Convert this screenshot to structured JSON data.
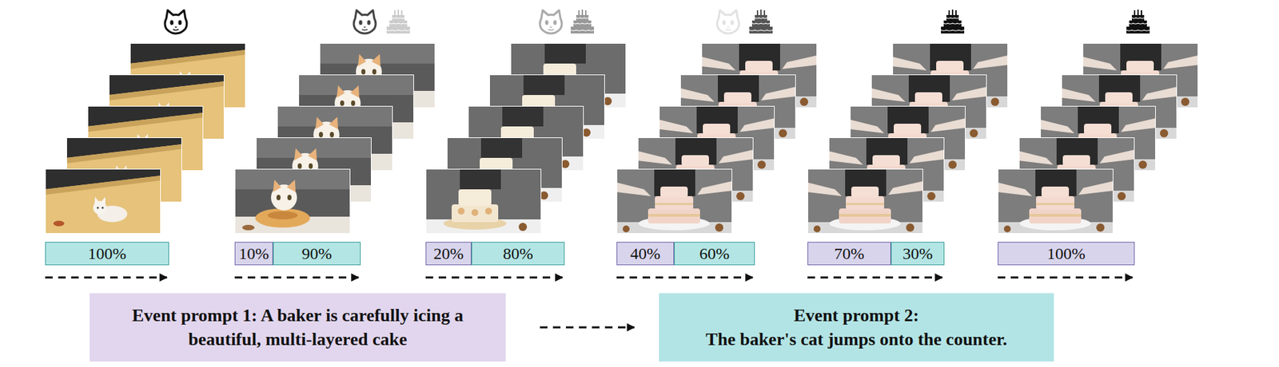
{
  "diagram": {
    "nodes": [
      {
        "text": [
          "100%"
        ]
      },
      {
        "text": [
          "10%"
        ]
      },
      {
        "text": [
          "90%"
        ]
      },
      {
        "text": [
          "20%"
        ]
      },
      {
        "text": [
          "80%"
        ]
      },
      {
        "text": [
          "40%"
        ]
      },
      {
        "text": [
          "60%"
        ]
      },
      {
        "text": [
          "70%"
        ]
      },
      {
        "text": [
          "30%"
        ]
      },
      {
        "text": [
          "100%"
        ]
      },
      {
        "text": [
          "Event prompt 1: A baker is carefully icing a beautiful, multi-layered cake"
        ]
      },
      {
        "text": [
          "Event prompt 2:",
          "The baker's cat jumps onto the counter."
        ]
      }
    ],
    "edges": [
      {
        "from": 10,
        "to": 11,
        "arrow": "to"
      }
    ]
  }
}
